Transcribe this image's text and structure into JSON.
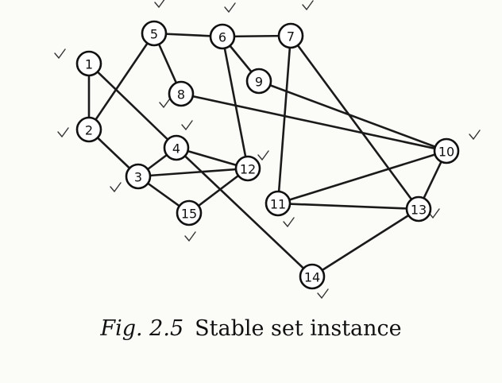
{
  "nodes": [
    {
      "id": "1",
      "label": "1"
    },
    {
      "id": "2",
      "label": "2"
    },
    {
      "id": "3",
      "label": "3"
    },
    {
      "id": "4",
      "label": "4"
    },
    {
      "id": "5",
      "label": "5"
    },
    {
      "id": "6",
      "label": "6"
    },
    {
      "id": "7",
      "label": "7"
    },
    {
      "id": "8",
      "label": "8"
    },
    {
      "id": "9",
      "label": "9"
    },
    {
      "id": "10",
      "label": "10"
    },
    {
      "id": "11",
      "label": "11"
    },
    {
      "id": "12",
      "label": "12"
    },
    {
      "id": "13",
      "label": "13"
    },
    {
      "id": "14",
      "label": "14"
    },
    {
      "id": "15",
      "label": "15"
    }
  ],
  "edges": [
    [
      "1",
      "2"
    ],
    [
      "1",
      "4"
    ],
    [
      "2",
      "5"
    ],
    [
      "2",
      "3"
    ],
    [
      "5",
      "6"
    ],
    [
      "5",
      "8"
    ],
    [
      "6",
      "7"
    ],
    [
      "6",
      "9"
    ],
    [
      "6",
      "12"
    ],
    [
      "7",
      "11"
    ],
    [
      "7",
      "13"
    ],
    [
      "8",
      "10"
    ],
    [
      "9",
      "10"
    ],
    [
      "3",
      "4"
    ],
    [
      "3",
      "12"
    ],
    [
      "4",
      "12"
    ],
    [
      "4",
      "14"
    ],
    [
      "3",
      "15"
    ],
    [
      "15",
      "12"
    ],
    [
      "11",
      "10"
    ],
    [
      "11",
      "13"
    ],
    [
      "13",
      "10"
    ],
    [
      "13",
      "14"
    ]
  ],
  "caption": {
    "prefix": "Fig. 2.5",
    "text": "Stable set instance"
  }
}
